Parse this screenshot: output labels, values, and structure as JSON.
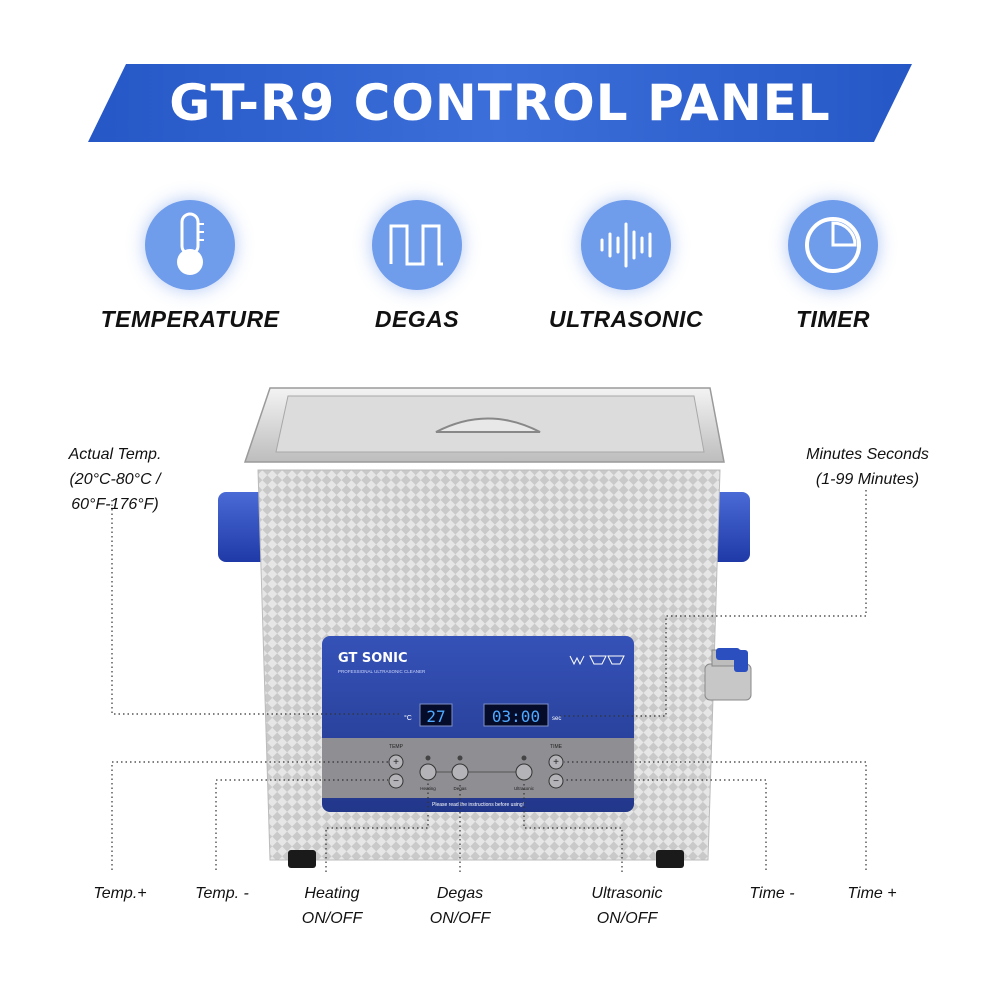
{
  "banner": {
    "title": "GT-R9 CONTROL PANEL",
    "color": "#2f5fc9"
  },
  "features": [
    {
      "label": "TEMPERATURE",
      "icon": "thermometer-icon"
    },
    {
      "label": "DEGAS",
      "icon": "square-wave-icon"
    },
    {
      "label": "ULTRASONIC",
      "icon": "sound-wave-icon"
    },
    {
      "label": "TIMER",
      "icon": "clock-icon"
    }
  ],
  "device": {
    "brand": "GT SONIC",
    "tagline": "PROFESSIONAL ULTRASONIC CLEANER",
    "temp_display": "27",
    "time_display": "03:00",
    "sec_unit": "sec",
    "temp_label": "TEMP",
    "time_label": "TIME",
    "buttons": {
      "heating": "Heating",
      "degas": "Degas",
      "ultrasonic": "Ultrasonic"
    },
    "notice": "Please read the instructions before using!",
    "panel_color": "#2a3f9c",
    "handle_color": "#2c4fc0"
  },
  "callouts": {
    "actual_temp": [
      "Actual Temp.",
      "(20°C-80°C /",
      "60°F-176°F)"
    ],
    "minutes_seconds": [
      "Minutes Seconds",
      "(1-99 Minutes)"
    ],
    "temp_plus": "Temp.+",
    "temp_minus": "Temp. -",
    "heating": [
      "Heating",
      "ON/OFF"
    ],
    "degas": [
      "Degas",
      "ON/OFF"
    ],
    "ultrasonic": [
      "Ultrasonic",
      "ON/OFF"
    ],
    "time_minus": "Time -",
    "time_plus": "Time +"
  }
}
